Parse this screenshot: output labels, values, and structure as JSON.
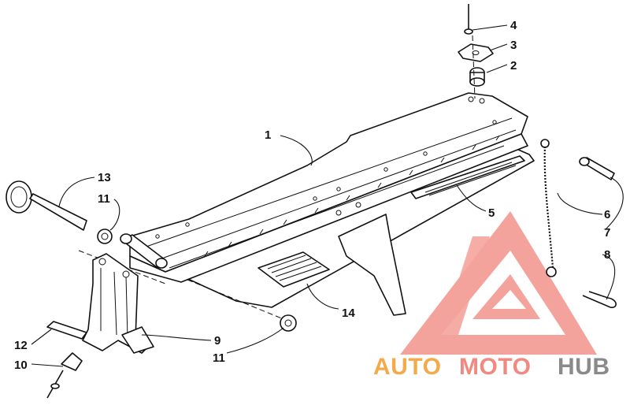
{
  "callouts": [
    {
      "id": "c1",
      "label": "1"
    },
    {
      "id": "c2",
      "label": "2"
    },
    {
      "id": "c3",
      "label": "3"
    },
    {
      "id": "c4",
      "label": "4"
    },
    {
      "id": "c5",
      "label": "5"
    },
    {
      "id": "c6",
      "label": "6"
    },
    {
      "id": "c7",
      "label": "7"
    },
    {
      "id": "c8",
      "label": "8"
    },
    {
      "id": "c9",
      "label": "9"
    },
    {
      "id": "c10",
      "label": "10"
    },
    {
      "id": "c11a",
      "label": "11"
    },
    {
      "id": "c11b",
      "label": "11"
    },
    {
      "id": "c12",
      "label": "12"
    },
    {
      "id": "c13",
      "label": "13"
    },
    {
      "id": "c14",
      "label": "14"
    }
  ],
  "watermark": {
    "part1": "AUTO",
    "part2": "MOTO",
    "part3": "HUB",
    "color_primary": "#f08a80",
    "color_secondary": "#f4a94a",
    "color_dark": "#8a8a8a"
  },
  "colors": {
    "ink": "#111111",
    "paper": "#ffffff"
  }
}
